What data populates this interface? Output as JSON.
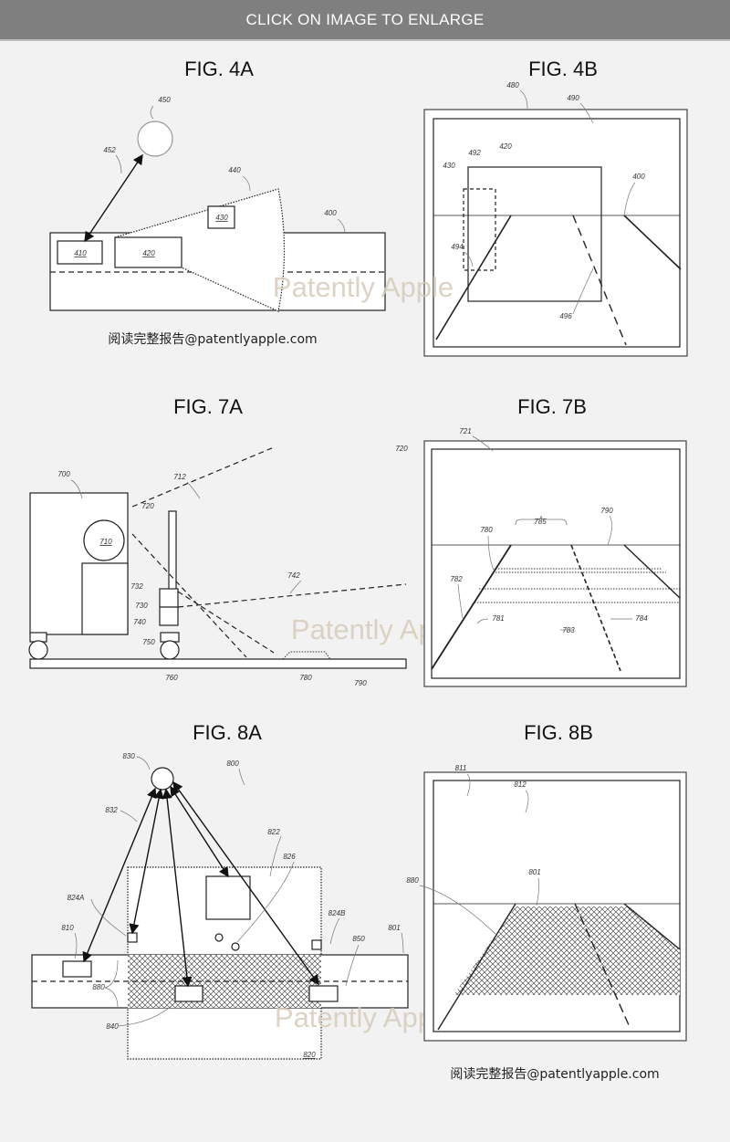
{
  "banner": "CLICK ON IMAGE TO ENLARGE",
  "watermark": "Patently Apple",
  "report_link": "阅读完整报告@patentlyapple.com",
  "fig4a": {
    "title": "FIG. 4A",
    "r400": "400",
    "r410": "410",
    "r420": "420",
    "r430": "430",
    "r440": "440",
    "r450": "450",
    "r452": "452"
  },
  "fig4b": {
    "title": "FIG. 4B",
    "r480": "480",
    "r490": "490",
    "r492": "492",
    "r420": "420",
    "r430": "430",
    "r400": "400",
    "r494": "494",
    "r496": "496"
  },
  "fig7a": {
    "title": "FIG. 7A",
    "r700": "700",
    "r712": "712",
    "r720": "720",
    "r710": "710",
    "r732": "732",
    "r730": "730",
    "r740": "740",
    "r750": "750",
    "r760": "760",
    "r742": "742",
    "r780": "780",
    "r790": "790"
  },
  "fig7b": {
    "title": "FIG. 7B",
    "r720": "720",
    "r721": "721",
    "r785": "785",
    "r790": "790",
    "r780": "780",
    "r782": "782",
    "r781": "781",
    "r783": "783",
    "r784": "784"
  },
  "fig8a": {
    "title": "FIG. 8A",
    "r830": "830",
    "r800": "800",
    "r832": "832",
    "r822": "822",
    "r826": "826",
    "r824A": "824A",
    "r824B": "824B",
    "r810": "810",
    "r850": "850",
    "r801": "801",
    "r880": "880",
    "r840": "840",
    "r820": "820"
  },
  "fig8b": {
    "title": "FIG. 8B",
    "r811": "811",
    "r812": "812",
    "r801": "801",
    "r880": "880"
  }
}
